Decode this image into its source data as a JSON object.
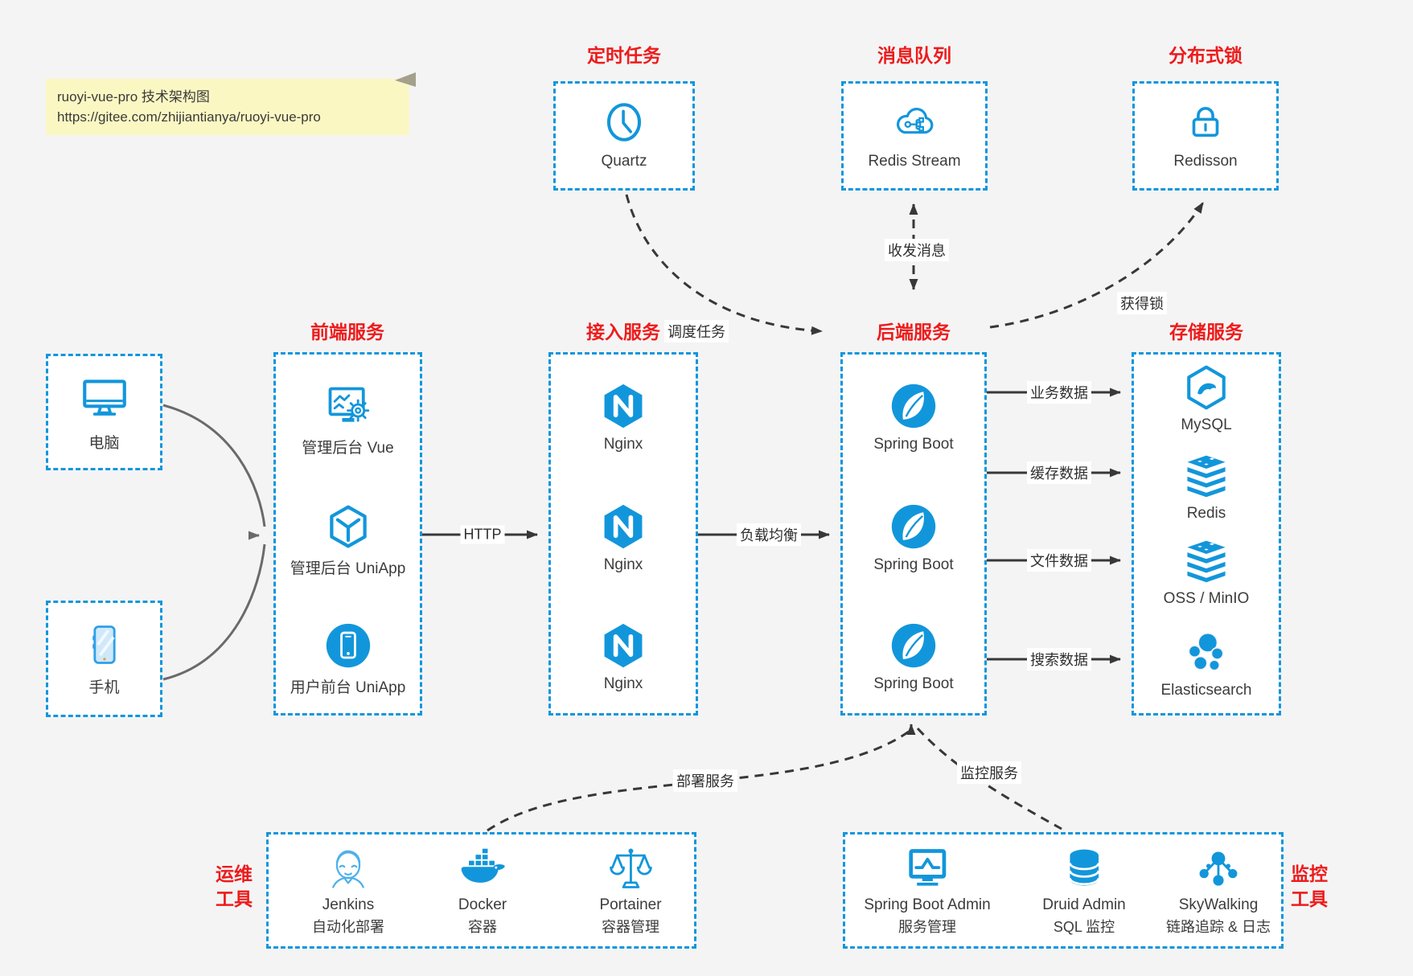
{
  "note": {
    "line1": "ruoyi-vue-pro 技术架构图",
    "line2": "https://gitee.com/zhijiantianya/ruoyi-vue-pro"
  },
  "colors": {
    "accent_blue": "#1296db",
    "title_red": "#ee1b1b",
    "canvas_bg": "#f4f4f5",
    "arrow_dark": "#383838",
    "arrow_gray": "#6a6a6a",
    "note_bg": "#fbf7c3"
  },
  "top_groups": [
    {
      "title": "定时任务",
      "item": "Quartz",
      "icon": "clock-icon"
    },
    {
      "title": "消息队列",
      "item": "Redis Stream",
      "icon": "cloud-stream-icon"
    },
    {
      "title": "分布式锁",
      "item": "Redisson",
      "icon": "lock-icon"
    }
  ],
  "clients": [
    {
      "label": "电脑",
      "icon": "desktop-icon"
    },
    {
      "label": "手机",
      "icon": "mobile-icon"
    }
  ],
  "columns": [
    {
      "title": "前端服务",
      "items": [
        {
          "label": "管理后台 Vue",
          "icon": "admin-vue-icon"
        },
        {
          "label": "管理后台 UniApp",
          "icon": "uniapp-cube-icon"
        },
        {
          "label": "用户前台 UniApp",
          "icon": "user-app-icon"
        }
      ]
    },
    {
      "title": "接入服务",
      "items": [
        {
          "label": "Nginx",
          "icon": "nginx-icon"
        },
        {
          "label": "Nginx",
          "icon": "nginx-icon"
        },
        {
          "label": "Nginx",
          "icon": "nginx-icon"
        }
      ]
    },
    {
      "title": "后端服务",
      "items": [
        {
          "label": "Spring Boot",
          "icon": "spring-boot-icon"
        },
        {
          "label": "Spring Boot",
          "icon": "spring-boot-icon"
        },
        {
          "label": "Spring Boot",
          "icon": "spring-boot-icon"
        }
      ]
    },
    {
      "title": "存储服务",
      "items": [
        {
          "label": "MySQL",
          "icon": "mysql-icon"
        },
        {
          "label": "Redis",
          "icon": "redis-stack-icon"
        },
        {
          "label": "OSS / MinIO",
          "icon": "oss-stack-icon"
        },
        {
          "label": "Elasticsearch",
          "icon": "elasticsearch-icon"
        }
      ]
    }
  ],
  "edge_labels": {
    "http": "HTTP",
    "load_balance": "负载均衡",
    "schedule": "调度任务",
    "messaging": "收发消息",
    "lock": "获得锁",
    "business_data": "业务数据",
    "cache_data": "缓存数据",
    "file_data": "文件数据",
    "search_data": "搜索数据",
    "deploy": "部署服务",
    "monitor": "监控服务"
  },
  "ops_tools": {
    "title_line1": "运维",
    "title_line2": "工具",
    "items": [
      {
        "name": "Jenkins",
        "desc": "自动化部署",
        "icon": "jenkins-icon"
      },
      {
        "name": "Docker",
        "desc": "容器",
        "icon": "docker-icon"
      },
      {
        "name": "Portainer",
        "desc": "容器管理",
        "icon": "portainer-icon"
      }
    ]
  },
  "monitor_tools": {
    "title_line1": "监控",
    "title_line2": "工具",
    "items": [
      {
        "name": "Spring Boot Admin",
        "desc": "服务管理",
        "icon": "sba-icon"
      },
      {
        "name": "Druid Admin",
        "desc": "SQL 监控",
        "icon": "druid-icon"
      },
      {
        "name": "SkyWalking",
        "desc": "链路追踪 & 日志",
        "icon": "skywalking-icon"
      }
    ]
  }
}
